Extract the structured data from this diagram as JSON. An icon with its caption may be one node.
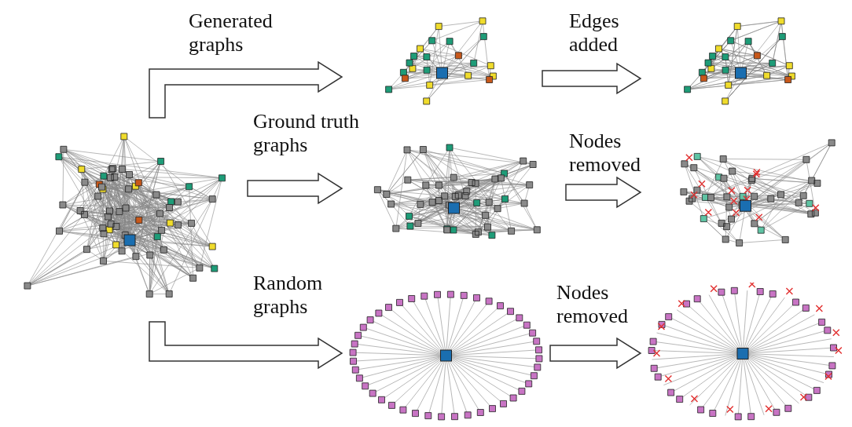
{
  "diagram": {
    "nodes": [
      {
        "text": [],
        "shape": "picture"
      },
      {
        "text": [],
        "shape": "picture"
      },
      {
        "text": [],
        "shape": "picture"
      },
      {
        "text": [],
        "shape": "picture"
      },
      {
        "text": [],
        "shape": "picture"
      },
      {
        "text": [],
        "shape": "picture"
      },
      {
        "text": [],
        "shape": "picture"
      }
    ],
    "edges": [
      {
        "from": 0,
        "to": 1,
        "arrow": "to",
        "label": "Generated graphs"
      },
      {
        "from": 0,
        "to": 3,
        "arrow": "to",
        "label": "Ground truth graphs"
      },
      {
        "from": 0,
        "to": 5,
        "arrow": "to",
        "label": "Random graphs"
      },
      {
        "from": 1,
        "to": 2,
        "arrow": "to",
        "label": "Edges added"
      },
      {
        "from": 3,
        "to": 4,
        "arrow": "to",
        "label": "Nodes removed"
      },
      {
        "from": 5,
        "to": 6,
        "arrow": "to",
        "label": "Nodes removed"
      }
    ]
  }
}
